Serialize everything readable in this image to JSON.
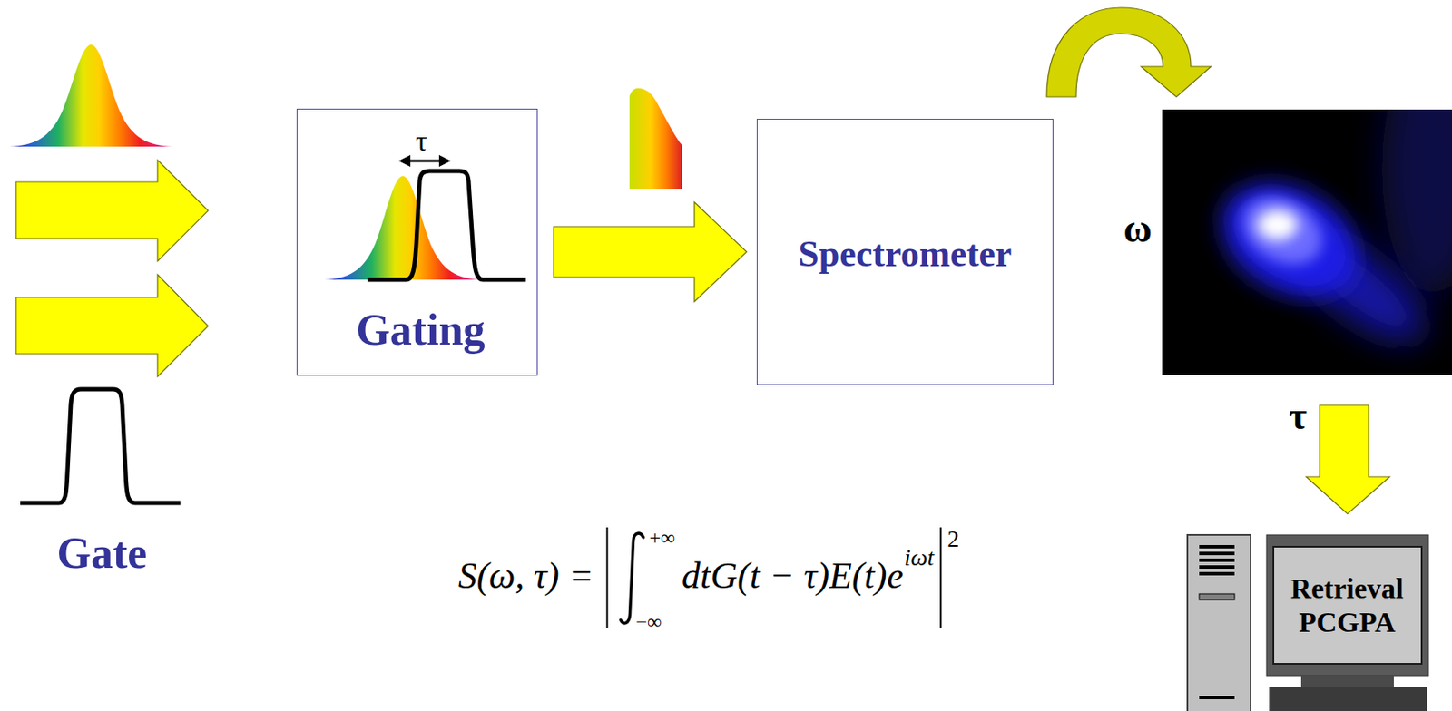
{
  "diagram": {
    "nodes": [
      {
        "text": [
          "τ",
          "Gating"
        ]
      },
      {
        "text": [
          "Spectrometer"
        ]
      },
      {
        "text": [
          "Retrieval PCGPA"
        ]
      }
    ],
    "edges": [
      {
        "from": 0,
        "to": 1,
        "arrow": "to"
      }
    ],
    "labels": [
      "Gate",
      "ω",
      "τ",
      "S(ω, τ) =",
      "+∞",
      "−∞",
      "dtG(t − τ)E(t)e",
      "iωt",
      "2"
    ]
  }
}
